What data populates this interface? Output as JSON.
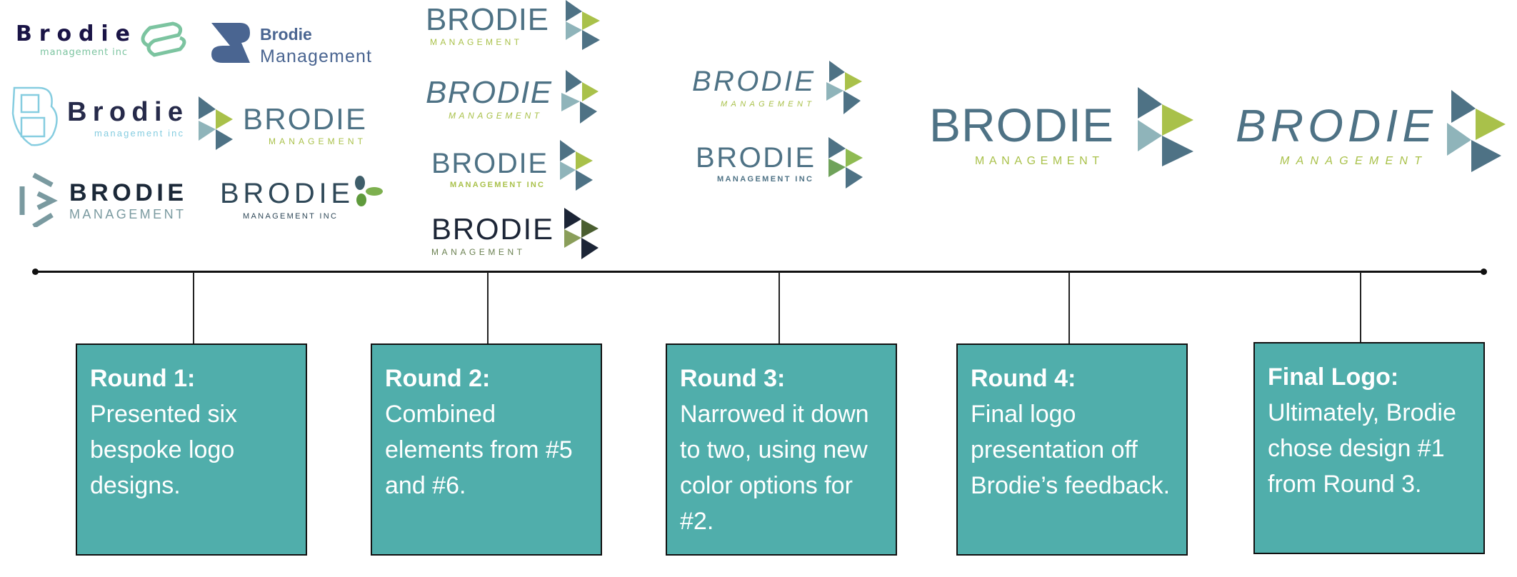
{
  "colors": {
    "slate": "#4e7285",
    "green": "#a9c14a",
    "light_blue": "#8fb4ba",
    "navy": "#1c2536",
    "teal_box": "#50aeab"
  },
  "round1_logos": [
    {
      "name": "Brodie",
      "sub": "management inc"
    },
    {
      "name": "Brodie",
      "sub": "Management"
    },
    {
      "name": "Brodie",
      "sub": "management inc"
    },
    {
      "name": "BRODIE",
      "sub": "MANAGEMENT"
    },
    {
      "name": "BRODIE",
      "sub": "MANAGEMENT"
    },
    {
      "name": "BRODIE",
      "sub": "MANAGEMENT INC"
    }
  ],
  "round2_logos": [
    {
      "name": "BRODIE",
      "sub": "MANAGEMENT"
    },
    {
      "name": "BRODIE",
      "sub": "MANAGEMENT"
    },
    {
      "name": "BRODIE",
      "sub": "MANAGEMENT INC"
    },
    {
      "name": "BRODIE",
      "sub": "MANAGEMENT"
    }
  ],
  "round3_logos": [
    {
      "name": "BRODIE",
      "sub": "MANAGEMENT"
    },
    {
      "name": "BRODIE",
      "sub": "MANAGEMENT INC"
    }
  ],
  "round4_logo": {
    "name": "BRODIE",
    "sub": "MANAGEMENT"
  },
  "final_logo": {
    "name": "BRODIE",
    "sub": "MANAGEMENT"
  },
  "rounds": [
    {
      "title": "Round 1:",
      "desc": "Presented six bespoke logo designs."
    },
    {
      "title": "Round 2:",
      "desc": "Combined elements from #5 and #6."
    },
    {
      "title": "Round 3:",
      "desc": "Narrowed it down to two, using new color options for #2."
    },
    {
      "title": "Round 4:",
      "desc": "Final logo presentation off Brodie’s feedback."
    },
    {
      "title": "Final Logo:",
      "desc": "Ultimately, Brodie chose design #1 from Round 3."
    }
  ]
}
